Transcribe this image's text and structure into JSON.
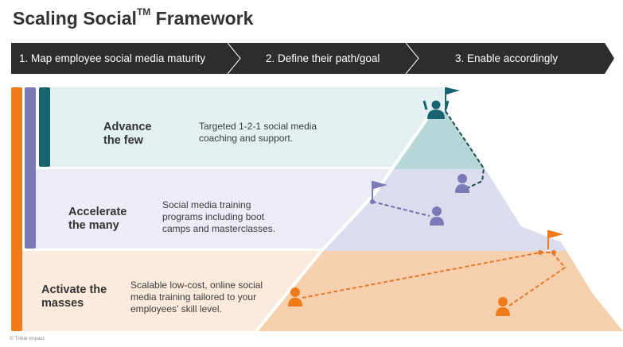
{
  "title": {
    "text": "Scaling Social",
    "mark": "TM",
    "suffix": " Framework"
  },
  "steps": [
    {
      "label": "1. Map employee social media maturity"
    },
    {
      "label": "2. Define their path/goal"
    },
    {
      "label": "3. Enable accordingly"
    }
  ],
  "levels": [
    {
      "name_line1": "Advance",
      "name_line2": "the few",
      "desc": "Targeted 1-2-1 social media coaching and support.",
      "color": "#17646e"
    },
    {
      "name_line1": "Accelerate",
      "name_line2": "the many",
      "desc": "Social media training programs including boot camps and masterclasses.",
      "color": "#7b79b8"
    },
    {
      "name_line1": "Activate the",
      "name_line2": "masses",
      "desc": "Scalable low-cost, online social media training tailored to your employees’ skill level.",
      "color": "#ee7a1a"
    }
  ],
  "footer": "© Tribal Impact"
}
